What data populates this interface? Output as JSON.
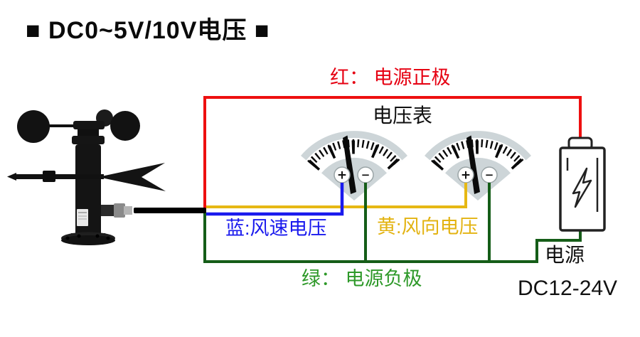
{
  "title": "■ DC0~5V/10V电压 ■",
  "colors": {
    "red_wire": "#ee1010",
    "red_text": "#e60012",
    "blue_wire": "#1a1aee",
    "blue_text": "#1a1aee",
    "yellow_wire": "#e6b813",
    "yellow_text": "#e3b312",
    "green_wire": "#155d18",
    "green_text": "#2e9929"
  },
  "labels": {
    "red_wire": "红： 电源正极",
    "voltmeter": "电压表",
    "blue_wire": "蓝:风速电压",
    "yellow_wire": "黄:风向电压",
    "green_wire": "绿： 电源负极",
    "power": "电源",
    "power_voltage": "DC12-24V"
  },
  "terminals": {
    "plus": "+",
    "minus": "−"
  },
  "icons": {
    "sensor": "wind-speed-direction-sensor",
    "meter": "analog-voltmeter",
    "battery": "dc-power-battery"
  }
}
